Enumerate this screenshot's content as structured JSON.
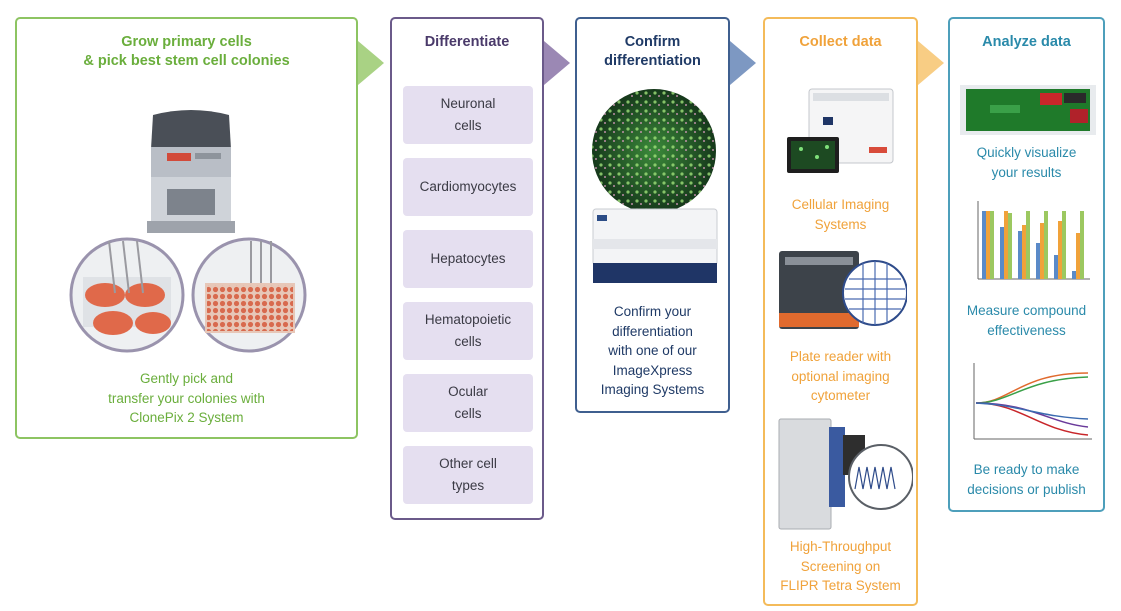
{
  "steps": {
    "grow": {
      "title": "Grow primary cells\n& pick best stem cell colonies",
      "caption": "Gently pick and\ntransfer your colonies with\nClonePix 2 System",
      "color": "#8dc462",
      "image": "clonepix-instrument"
    },
    "differentiate": {
      "title": "Differentiate",
      "color": "#6b5a8a",
      "cells": [
        "Neuronal\ncells",
        "Cardiomyocytes",
        "Hepatocytes",
        "Hematopoietic\ncells",
        "Ocular\ncells",
        "Other cell\ntypes"
      ]
    },
    "confirm": {
      "title": "Confirm\ndifferentiation",
      "caption": "Confirm your\ndifferentiation\nwith one of our\nImageXpress\nImaging Systems",
      "color": "#3f5f8f",
      "image": "imagexpress-system"
    },
    "collect": {
      "title": "Collect data",
      "color": "#f4bb5a",
      "items": [
        "Cellular Imaging\nSystems",
        "Plate reader with\noptional imaging\ncytometer",
        "High-Throughput\nScreening on\nFLIPR Tetra System"
      ]
    },
    "analyze": {
      "title": "Analyze data",
      "color": "#4d9fbb",
      "items": [
        "Quickly visualize\nyour results",
        "Measure compound\neffectiveness",
        "Be ready to make\ndecisions or publish"
      ]
    }
  }
}
